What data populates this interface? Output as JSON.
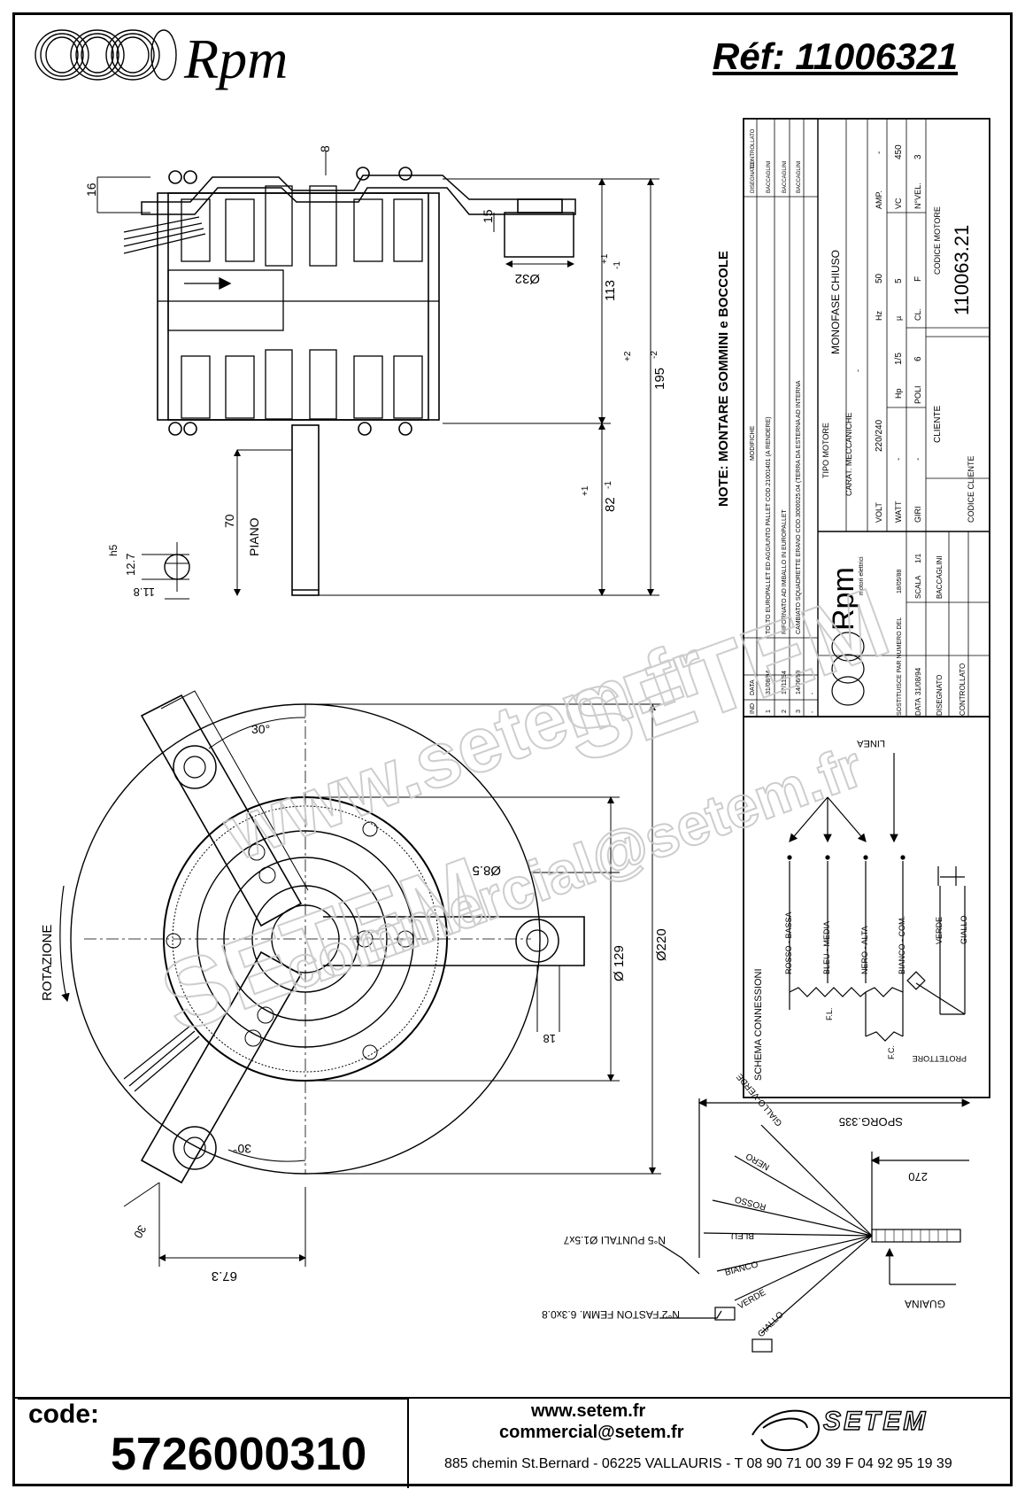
{
  "header": {
    "brand": "Rpm",
    "reference": "Réf:  11006321"
  },
  "dimensions_side_view": {
    "d16": "16",
    "d8": "8",
    "d15": "15",
    "d32": "Ø32",
    "d113": "113",
    "d113_tol_up": "+1",
    "d113_tol_down": "-1",
    "d195": "195",
    "d195_tol_up": "+2",
    "d195_tol_down": "-2",
    "d82": "82",
    "d82_tol_up": "+1",
    "d82_tol_down": "-1",
    "d70": "70",
    "piano": "PIANO",
    "h5": "h5",
    "d12_7": "12.7",
    "d11_8": "11.8"
  },
  "note": "NOTE: MONTARE GOMMINI e BOCCOLE",
  "dimensions_front_view": {
    "rotation": "ROTAZIONE",
    "angle_top": "30°",
    "angle_bottom": "30°",
    "d8_5": "Ø8.5",
    "d129": "Ø 129",
    "d220": "Ø220",
    "d18": "18",
    "d30": "30",
    "d67_3": "67.3"
  },
  "title_block": {
    "modifications": [
      {
        "ind": "-",
        "data": "-",
        "text": "-",
        "by": "-"
      },
      {
        "ind": "3",
        "data": "14/06/99",
        "text": "CAMBIATO SQUADRETTE ERANO COD.3000025.04 (TERRA DA ESTERNA AD INTERNA",
        "by": "BACCAGLINI"
      },
      {
        "ind": "2",
        "data": "17/11/94",
        "text": "RIFORNATO AD IMBALLO IN EUROPALLET",
        "by": "BACCAGLINI"
      },
      {
        "ind": "1",
        "data": "31/08/94",
        "text": "TOLTO EUROPALLET ED AGGIUNTO PALLET COD.21001401 (A RENDERE)",
        "by": "BACCAGLINI"
      }
    ],
    "mod_header": {
      "ind": "IND",
      "data": "DATA",
      "mod": "MODIFICHE",
      "des": "DISEGNATO",
      "ctrl": "CONTROLLATO"
    },
    "motor_type_label": "TIPO MOTORE",
    "motor_type": "MONOFASE CHIUSO",
    "mech_label": "CARAT. MECCANICHE",
    "mech_value": "-",
    "rows": [
      {
        "k1": "VOLT",
        "v1": "220/240",
        "k2": "Hz",
        "v2": "50",
        "k3": "AMP.",
        "v3": "-"
      },
      {
        "k1": "WATT",
        "v1": "-",
        "k2": "Hp",
        "v2": "1/5",
        "k3": "µ",
        "v3": "5",
        "k4": "VC",
        "v4": "450"
      },
      {
        "k1": "GIRI",
        "v1": "-",
        "k2": "POLI",
        "v2": "6",
        "k3": "CL.",
        "v3": "F",
        "k4": "N°VEL.",
        "v4": "3"
      }
    ],
    "client_label": "CLIENTE",
    "client_code_label": "CODICE CLIENTE",
    "motor_code_label": "CODICE MOTORE",
    "motor_code": "110063.21",
    "rpm_logo_text": "Rpm",
    "rpm_logo_sub": "motori elettrici",
    "replaces": "SOSTITUISCE PAR NUMERO DEL",
    "replaces_date": "18/05/88",
    "date_label": "DATA",
    "date_value": "31/08/94",
    "scale_label": "SCALA",
    "scale_value": "1/1",
    "drawn_label": "DISEGNATO",
    "drawn_value": "BACCAGLINI",
    "checked_label": "CONTROLLATO"
  },
  "wiring": {
    "title": "SCHEMA CONNESSIONI",
    "line": "LINEA",
    "terminals": [
      "ROSSO - BASSA",
      "BLEU - MEDIA",
      "NERO - ALTA",
      "BIANCO - COM.",
      "VERDE",
      "GIALLO"
    ],
    "fl": "F.L.",
    "fc": "F.C.",
    "protector": "PROTETTORE"
  },
  "cable": {
    "sporg": "SPORG.335",
    "d270": "270",
    "guaina": "GUAINA",
    "wires": [
      "GIALLO-VERDE",
      "NERO",
      "ROSSO",
      "BLEU",
      "BIANCO",
      "VERDE",
      "GIALLO"
    ],
    "puntali": "N°5 PUNTALI Ø1.5x7",
    "faston": "N°2 FASTON FEMM. 6.3x0.8"
  },
  "watermark": {
    "w1": "www.setem.fr",
    "w2": "SETEM",
    "w3": "commercial@setem.fr"
  },
  "footer": {
    "code_label": "code:",
    "code_value": "5726000310",
    "website": "www.setem.fr",
    "email": "commercial@setem.fr",
    "address": "885 chemin St.Bernard  -  06225 VALLAURIS  -  T 08 90 71 00 39   F 04 92 95 19 39",
    "company_logo": "SETEM"
  }
}
